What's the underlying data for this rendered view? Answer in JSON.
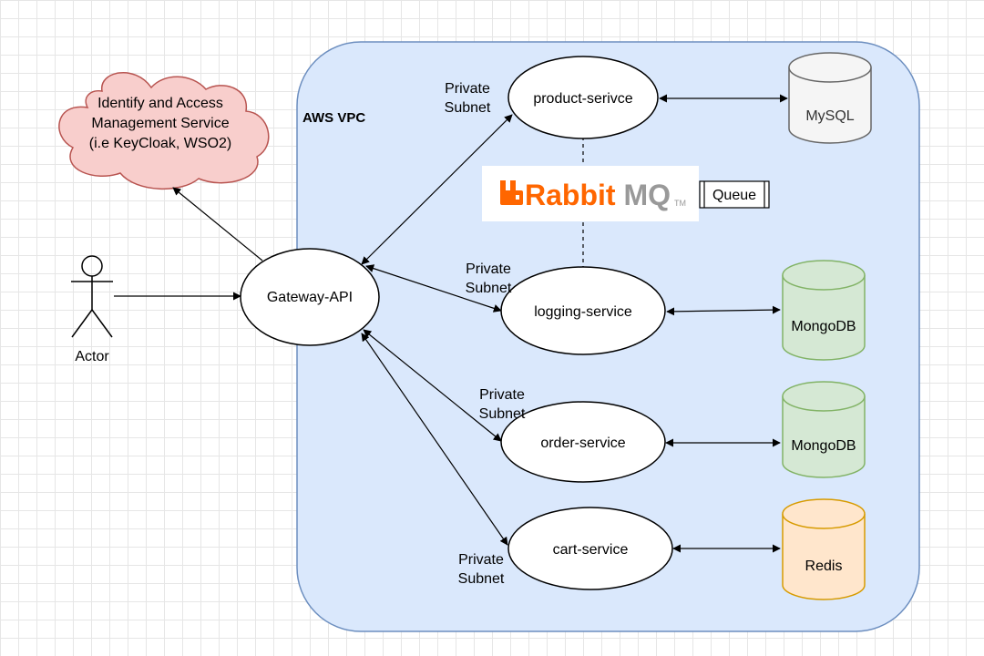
{
  "vpc": {
    "label": "AWS VPC"
  },
  "iam": {
    "lines": [
      "Identify and Access",
      "Management Service",
      "(i.e KeyCloak, WSO2)"
    ]
  },
  "actor": {
    "label": "Actor"
  },
  "gateway": {
    "label": "Gateway-API"
  },
  "services": {
    "product": "product-serivce",
    "logging": "logging-service",
    "order": "order-service",
    "cart": "cart-service"
  },
  "subnet": {
    "line1": "Private",
    "line2": "Subnet"
  },
  "databases": {
    "mysql": "MySQL",
    "mongo_logging": "MongoDB",
    "mongo_order": "MongoDB",
    "redis": "Redis"
  },
  "rabbitmq": {
    "brand": "RabbitMQ",
    "tm": "TM",
    "queue": "Queue"
  },
  "colors": {
    "vpc_fill": "#dae8fc",
    "vpc_stroke": "#6c8ebf",
    "cloud_fill": "#f8cecc",
    "cloud_stroke": "#b85450",
    "mysql_fill": "#f5f5f5",
    "mysql_stroke": "#666666",
    "mongo_fill": "#d5e8d4",
    "mongo_stroke": "#82b366",
    "redis_fill": "#ffe6cc",
    "redis_stroke": "#d79b00",
    "rabbit_orange": "#ff6600",
    "rabbit_gray": "#999999"
  }
}
